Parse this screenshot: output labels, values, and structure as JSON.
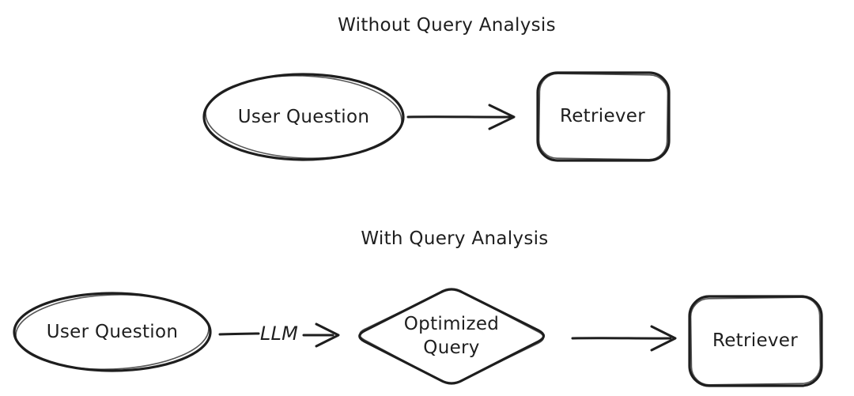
{
  "diagram": {
    "colors": {
      "background": "#ffffff",
      "stroke": "#1e1e1e",
      "text": "#1e1e1e"
    },
    "without": {
      "title": "Without Query Analysis",
      "user_question": "User Question",
      "retriever": "Retriever"
    },
    "with": {
      "title": "With Query Analysis",
      "user_question": "User Question",
      "edge_label": "LLM",
      "optimized_query_line1": "Optimized",
      "optimized_query_line2": "Query",
      "retriever": "Retriever"
    }
  }
}
